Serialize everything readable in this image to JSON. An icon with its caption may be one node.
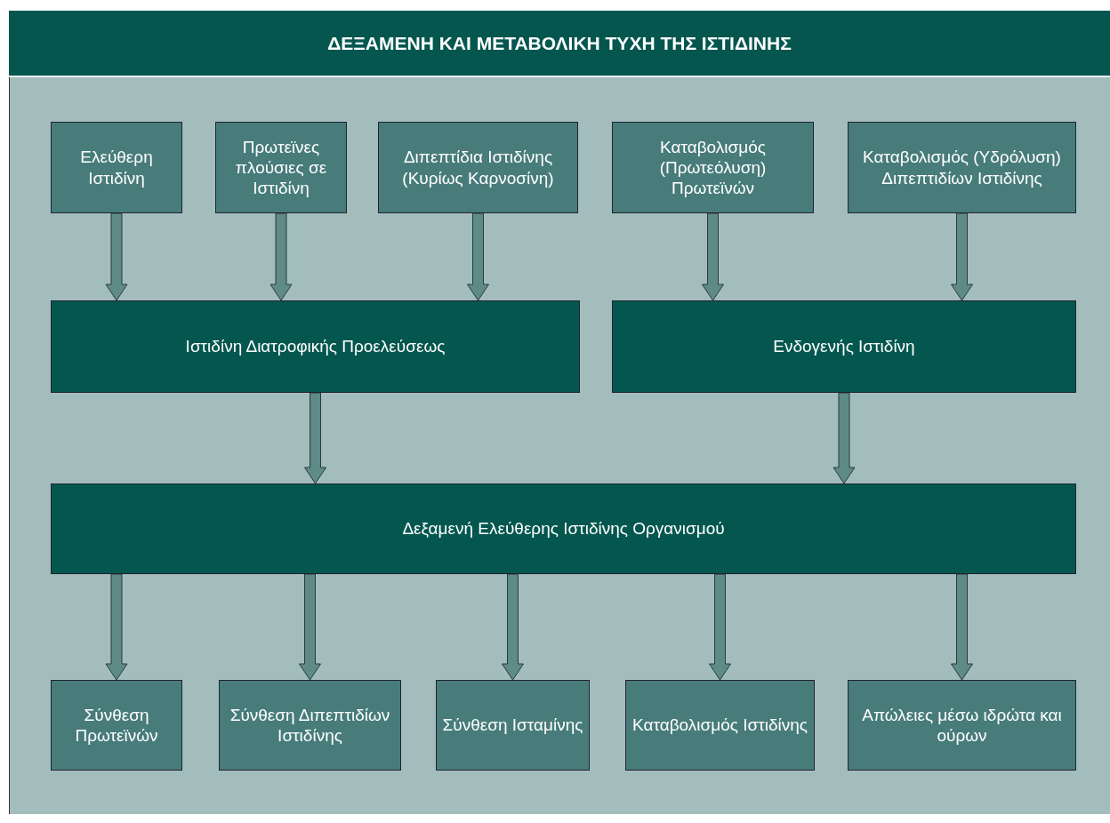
{
  "diagram": {
    "title": "ΔΕΞΑΜΕΝΗ ΚΑΙ ΜΕΤΑΒΟΛΙΚΗ ΤΥΧΗ ΤΗΣ ΙΣΤΙΔΙΝΗΣ",
    "nodes": [
      {
        "text": [
          "Ελεύθερη Ιστιδίνη"
        ]
      },
      {
        "text": [
          "Πρωτεϊνες πλούσιες σε Ιστιδίνη"
        ]
      },
      {
        "text": [
          "Διπεπτίδια Ιστιδίνης (Κυρίως Καρνοσίνη)"
        ]
      },
      {
        "text": [
          "Καταβολισμός (Πρωτεόλυση) Πρωτεϊνών"
        ]
      },
      {
        "text": [
          "Καταβολισμός (Υδρόλυση) Διπεπτιδίων Ιστιδίνης"
        ]
      },
      {
        "text": [
          "Ιστιδίνη Διατροφικής Προελεύσεως"
        ]
      },
      {
        "text": [
          "Ενδογενής Ιστιδίνη"
        ]
      },
      {
        "text": [
          "Δεξαμενή Ελεύθερης Ιστιδίνης Οργανισμού"
        ]
      },
      {
        "text": [
          "Σύνθεση Πρωτεϊνών"
        ]
      },
      {
        "text": [
          "Σύνθεση Διπεπτιδίων Ιστιδίνης"
        ]
      },
      {
        "text": [
          "Σύνθεση Ισταμίνης"
        ]
      },
      {
        "text": [
          "Καταβολισμός Ιστιδίνης"
        ]
      },
      {
        "text": [
          "Απώλειες μέσω ιδρώτα και ούρων"
        ]
      }
    ],
    "edges": [
      {
        "from": 0,
        "to": 5,
        "arrow": "to"
      },
      {
        "from": 1,
        "to": 5,
        "arrow": "to"
      },
      {
        "from": 2,
        "to": 5,
        "arrow": "to"
      },
      {
        "from": 3,
        "to": 6,
        "arrow": "to"
      },
      {
        "from": 4,
        "to": 6,
        "arrow": "to"
      },
      {
        "from": 5,
        "to": 7,
        "arrow": "to"
      },
      {
        "from": 6,
        "to": 7,
        "arrow": "to"
      },
      {
        "from": 7,
        "to": 8,
        "arrow": "to"
      },
      {
        "from": 7,
        "to": 9,
        "arrow": "to"
      },
      {
        "from": 7,
        "to": 10,
        "arrow": "to"
      },
      {
        "from": 7,
        "to": 11,
        "arrow": "to"
      },
      {
        "from": 7,
        "to": 12,
        "arrow": "to"
      }
    ]
  }
}
